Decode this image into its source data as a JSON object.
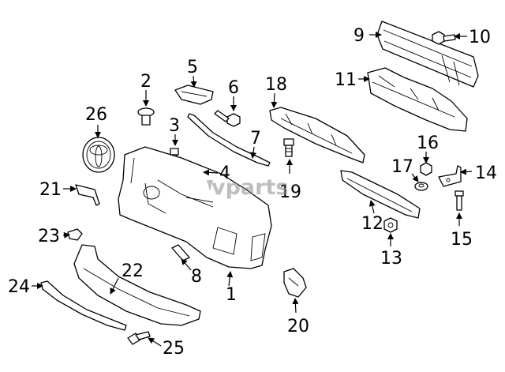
{
  "watermark": {
    "text": "vparts"
  },
  "callouts": {
    "c1": "1",
    "c2": "2",
    "c3": "3",
    "c4": "4",
    "c5": "5",
    "c6": "6",
    "c7": "7",
    "c8": "8",
    "c9": "9",
    "c10": "10",
    "c11": "11",
    "c12": "12",
    "c13": "13",
    "c14": "14",
    "c15": "15",
    "c16": "16",
    "c17": "17",
    "c18": "18",
    "c19": "19",
    "c20": "20",
    "c21": "21",
    "c22": "22",
    "c23": "23",
    "c24": "24",
    "c25": "25",
    "c26": "26"
  }
}
